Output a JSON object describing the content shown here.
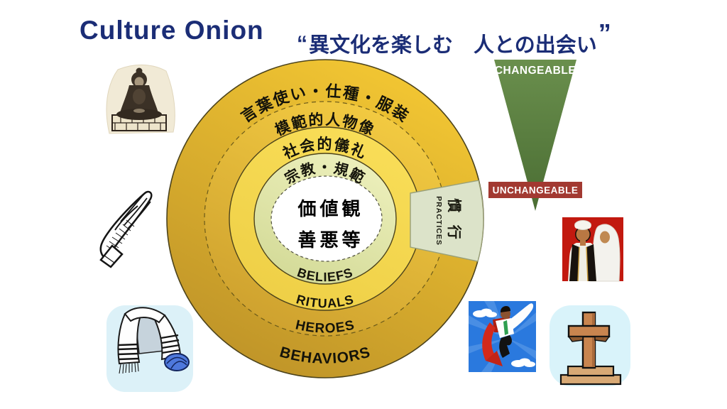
{
  "header": {
    "title": "Culture Onion",
    "quote_open": "“",
    "subtitle": "異文化を楽しむ　人との出会い",
    "quote_close": "”"
  },
  "onion": {
    "rings": [
      {
        "jp": "言葉使い・仕種・服装",
        "en": "BEHAVIORS"
      },
      {
        "jp": "模範的人物像",
        "en": "HEROES"
      },
      {
        "jp": "社会的儀礼",
        "en": "RITUALS"
      },
      {
        "jp": "宗教・規範",
        "en": "BELIEFS"
      }
    ],
    "core": {
      "line1": "価値観",
      "line2": "善悪等"
    },
    "wedge": {
      "jp": "慣 行",
      "en": "PRACTICES"
    }
  },
  "change_scale": {
    "top": "CHANGEABLE",
    "bottom": "UNCHANGEABLE"
  },
  "colors": {
    "title_navy": "#1b2d76",
    "ring_gold_light": "#F4C833",
    "ring_gold_dark": "#BE9328",
    "ring_yellow": "#F8DD55",
    "ring_pale": "#E6EAAC",
    "wedge_fill": "#DCE3C9",
    "triangle_green": "#5A7F3F",
    "banner_red": "#A23931",
    "couple_bg_red": "#C2190F",
    "hero_bg_blue": "#2A79DE"
  },
  "images": [
    {
      "name": "buddha-statue"
    },
    {
      "name": "praying-hands"
    },
    {
      "name": "jewish-prayer-shawl-and-kippah"
    },
    {
      "name": "muslim-couple"
    },
    {
      "name": "flying-superhero"
    },
    {
      "name": "christian-cross"
    }
  ]
}
